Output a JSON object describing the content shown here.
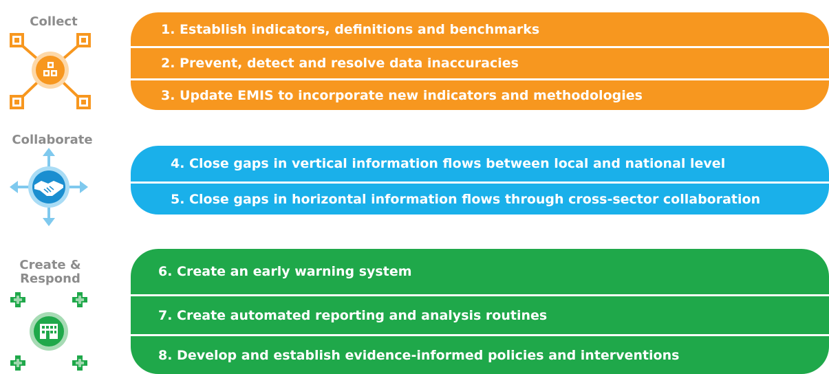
{
  "sections": [
    {
      "title": "Collect",
      "icon": "network-boxes-icon",
      "color": "#f7971f",
      "items": [
        "1. Establish indicators, definitions and benchmarks",
        "2. Prevent, detect and resolve data inaccuracies",
        "3. Update EMIS to incorporate new indicators and methodologies"
      ]
    },
    {
      "title": "Collaborate",
      "icon": "handshake-arrows-icon",
      "color": "#1ab0ea",
      "items": [
        "4. Close gaps in vertical information flows between local and national level",
        "5. Close gaps in horizontal information flows through cross-sector collaboration"
      ]
    },
    {
      "title_line1": "Create &",
      "title_line2": "Respond",
      "icon": "hospital-crosses-icon",
      "color": "#1fa84a",
      "items": [
        "6. Create an early warning system",
        "7. Create automated reporting and analysis routines",
        "8. Develop and establish evidence-informed policies and interventions"
      ]
    }
  ]
}
